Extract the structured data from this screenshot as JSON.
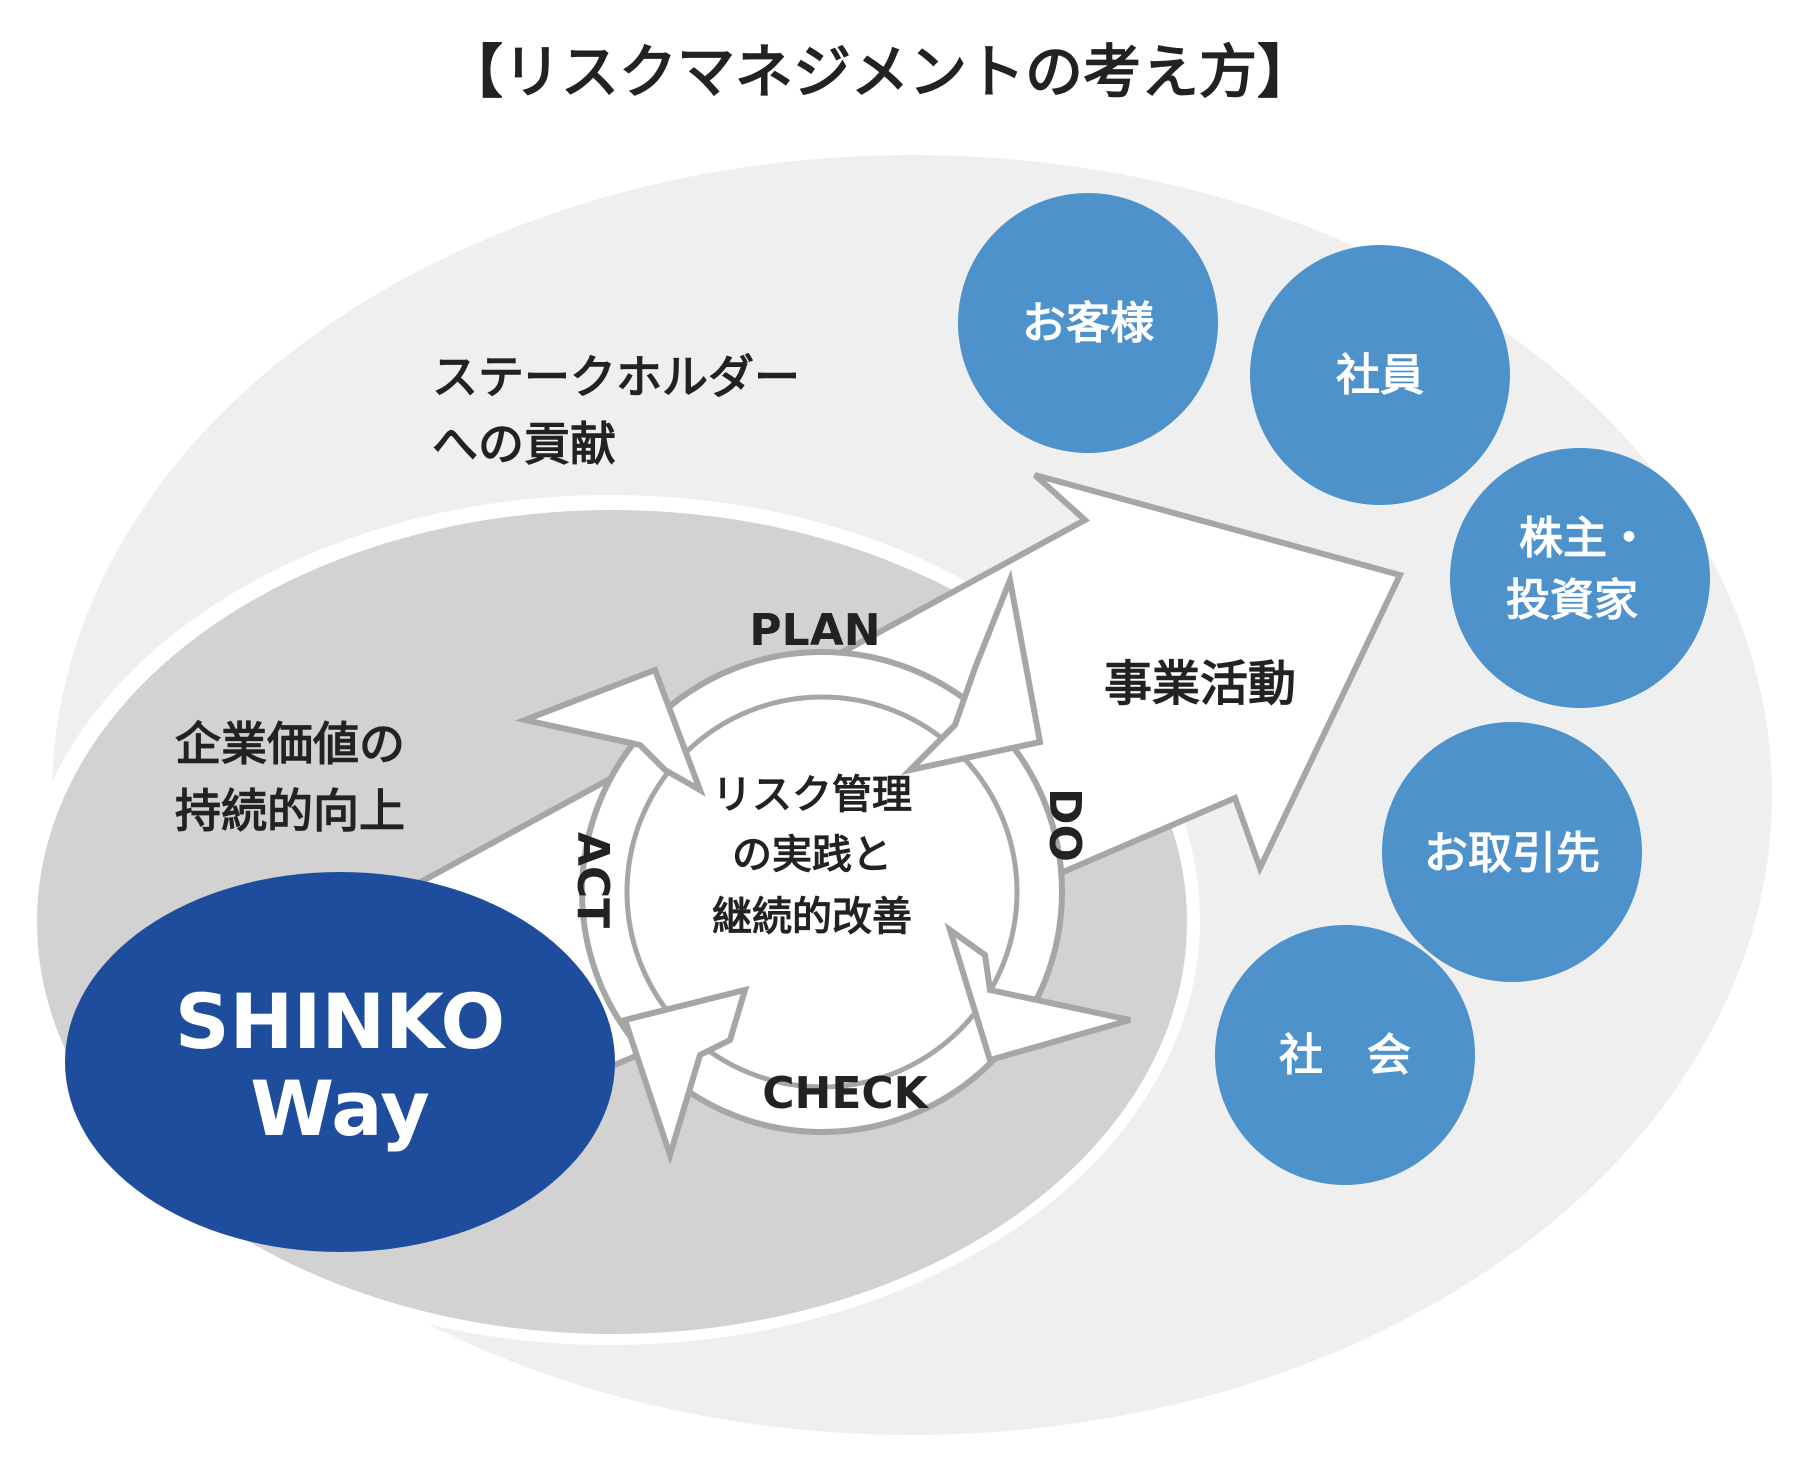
{
  "title": "【リスクマネジメントの考え方】",
  "outer_area": {
    "label_lines": [
      "ステークホルダー",
      "への貢献"
    ]
  },
  "inner_area": {
    "label_lines": [
      "企業価値の",
      "持続的向上"
    ]
  },
  "business": {
    "label": "事業活動"
  },
  "cycle": {
    "stages": {
      "plan": "PLAN",
      "do": "DO",
      "check": "CHECK",
      "act": "ACT"
    },
    "center_lines": [
      "リスク管理",
      "の実践と",
      "継続的改善"
    ]
  },
  "shinko_way": {
    "lines": [
      "SHINKO",
      "Way"
    ]
  },
  "stakeholders": [
    {
      "name": "customers",
      "lines": [
        "お客様"
      ]
    },
    {
      "name": "employees",
      "lines": [
        "社員"
      ]
    },
    {
      "name": "shareholders",
      "lines": [
        "株主・",
        "投資家"
      ]
    },
    {
      "name": "partners",
      "lines": [
        "お取引先"
      ]
    },
    {
      "name": "society",
      "lines": [
        "社　会"
      ]
    }
  ],
  "colors": {
    "outer_ellipse": "#efefef",
    "inner_ellipse": "#d2d2d2",
    "stakeholder_circle": "#4d92cb",
    "shinko_ellipse": "#1f4d9e",
    "arrow_fill": "#ffffff",
    "arrow_stroke": "#a6a6a6",
    "text_dark": "#222222",
    "text_light": "#ffffff"
  }
}
